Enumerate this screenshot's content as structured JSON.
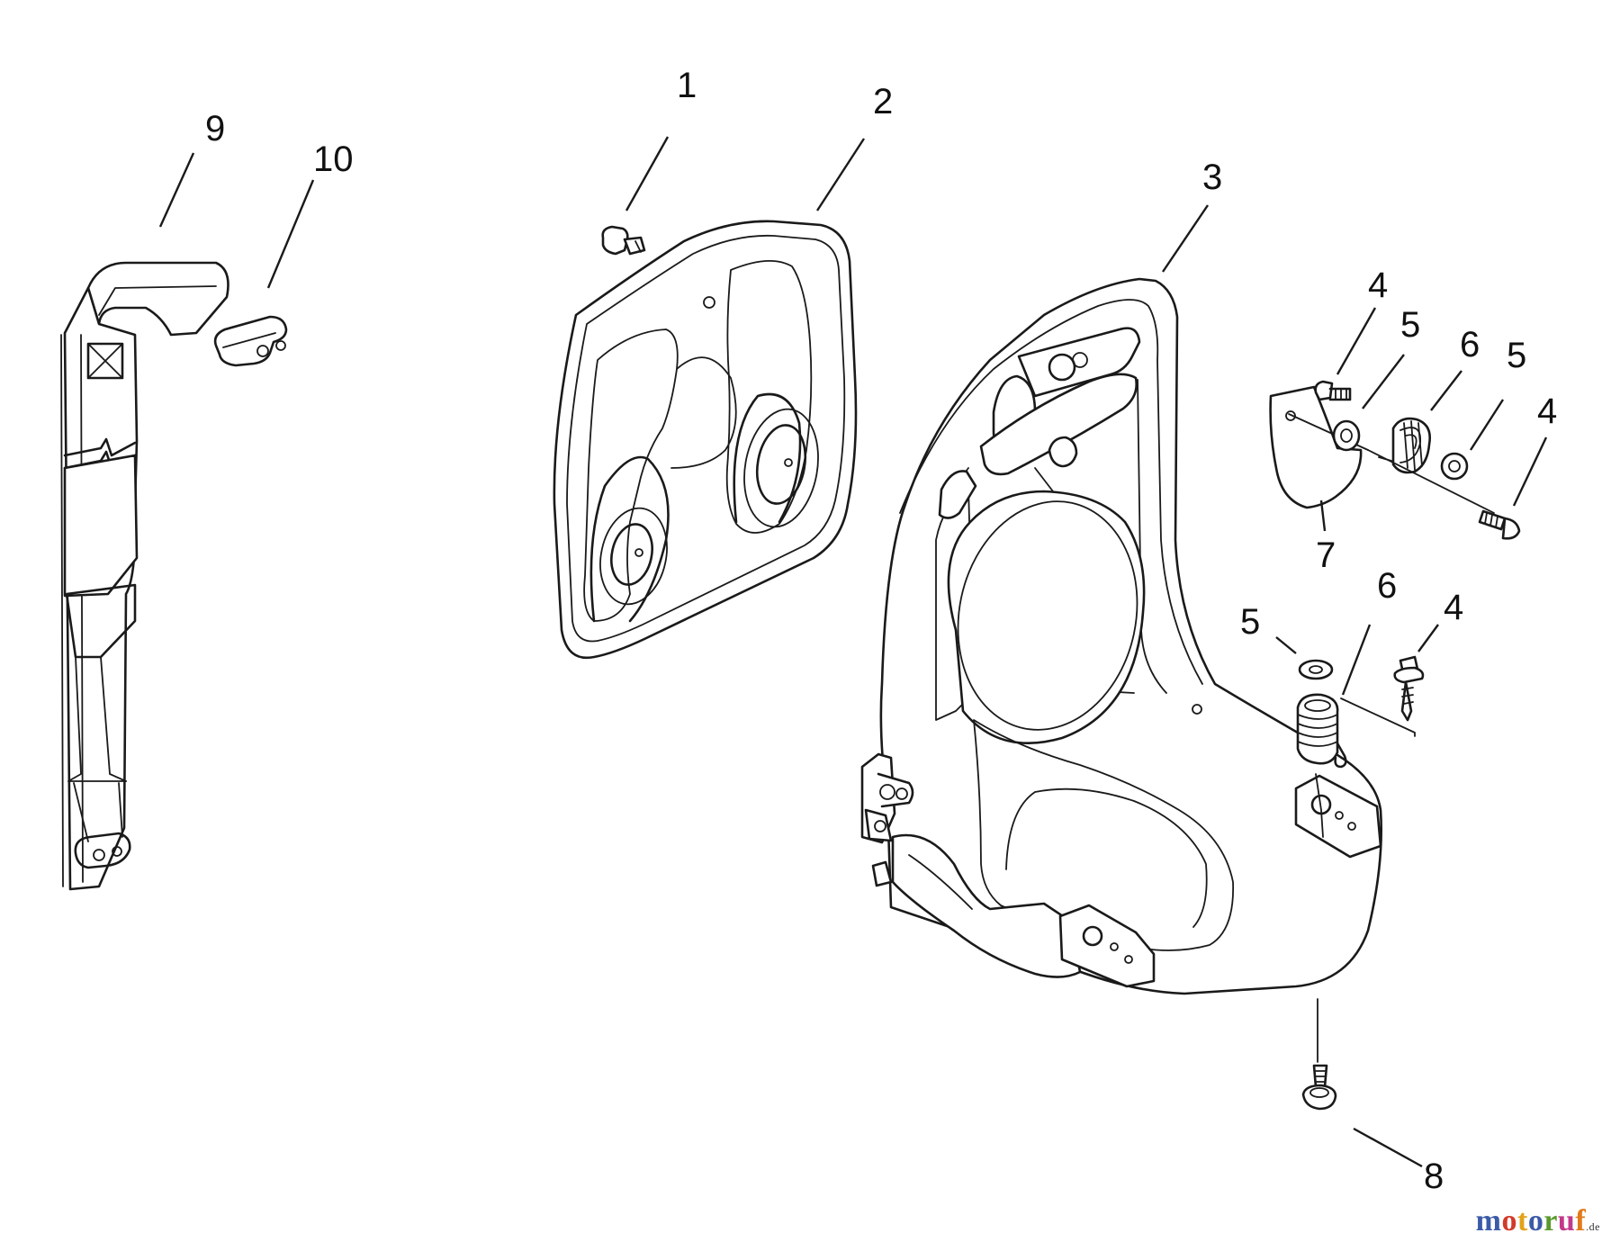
{
  "callouts": {
    "c1": "1",
    "c2": "2",
    "c3": "3",
    "c4a": "4",
    "c4b": "4",
    "c4c": "4",
    "c5a": "5",
    "c5b": "5",
    "c5c": "5",
    "c6a": "6",
    "c6b": "6",
    "c7": "7",
    "c8": "8",
    "c9": "9",
    "c10": "10"
  },
  "watermark": {
    "text": "motoruf",
    "domain": ".de",
    "colors": [
      "#3b5aa8",
      "#d23a2a",
      "#e2a21a",
      "#3b5aa8",
      "#5a9a2e",
      "#c23a8a",
      "#e27a1a"
    ]
  }
}
